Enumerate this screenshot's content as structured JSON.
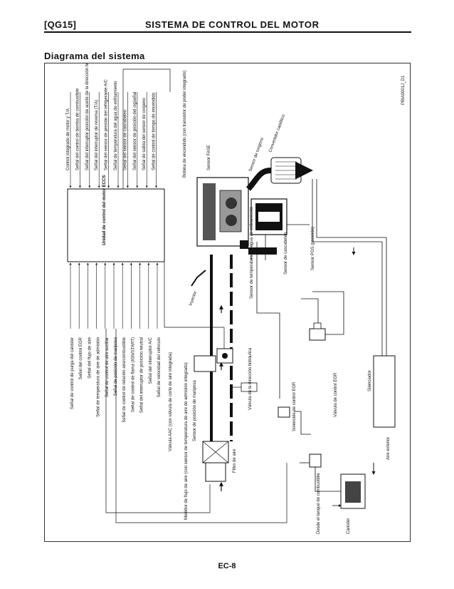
{
  "header": {
    "code": "[QG15]",
    "title": "SISTEMA DE CONTROL DEL MOTOR"
  },
  "section_title": "Diagrama del sistema",
  "figure_id": "PBIA0001J_D1",
  "page_number": "EC-8",
  "ecu_label": "Unidad de control del motor ECCS",
  "input_signals_top": [
    "Control integrado de motor y T/A",
    "Señal del control de bomba de combustible",
    "Señal del interruptor posición de aceite de la dirección hidráulica",
    "Señal del interruptor de reversa (T/A)",
    "Señal del sensor de presión del refrigerante A/C",
    "Señal de temperatura del agua de enfriamiento",
    "Señal del sensor de cascabeleo",
    "Señal del sensor de posición del cigüeñal",
    "Señal de salida del sensor de oxígeno",
    "Señal de control de tiempo de encendido"
  ],
  "input_signals_bottom": [
    "Señal de control de purga del cánister",
    "Señal del control EGR",
    "Señal del flujo de aire",
    "Señal de temperatura de aire de admisión",
    "Señal de control de aire auxiliar",
    "Señal de posición de mariposa",
    "Señal de control de relación aire/combustible",
    "Señal de control de flama (IGN/START)",
    "Señal del interruptor de posición neutral",
    "Señal del interruptor A/C",
    "Señal de velocidad del vehículo"
  ],
  "components": {
    "ignition_coil": "Bobina de encendido (con transistor de poder integrado)",
    "phase_sensor": "Sensor FASE",
    "oxygen_sensor": "Sensor de oxígeno",
    "catalytic_converter": "Convertidor catalítico",
    "pos_sensor": "Sensor POS (posición)",
    "knock_sensor": "Sensor de cascabeleo",
    "coolant_temp_sensor": "Sensor de temperatura del agua de enfriamiento",
    "injector": "Inyector",
    "ps_valve": "Válvula de la dirección hidráulica",
    "egr_solenoid": "Solenoide de control EGR",
    "egr_valve": "Válvula de control EGR",
    "muffler": "Silenciador",
    "aac_valve": "Válvula AAC (con válvula de corte de aire integrada)",
    "throttle_sensor": "Sensor de posición de mariposa",
    "air_filter": "Filtro de aire",
    "maf_sensor": "Medidor de flujo de aire (con sensor de temperatura de aire de admisión integrado)",
    "outside_air": "Aire exterior",
    "from_tank": "Desde el tanque de combustible",
    "canister": "Cánister"
  },
  "colors": {
    "ink": "#111111",
    "paper": "#ffffff",
    "frame": "#333333"
  }
}
